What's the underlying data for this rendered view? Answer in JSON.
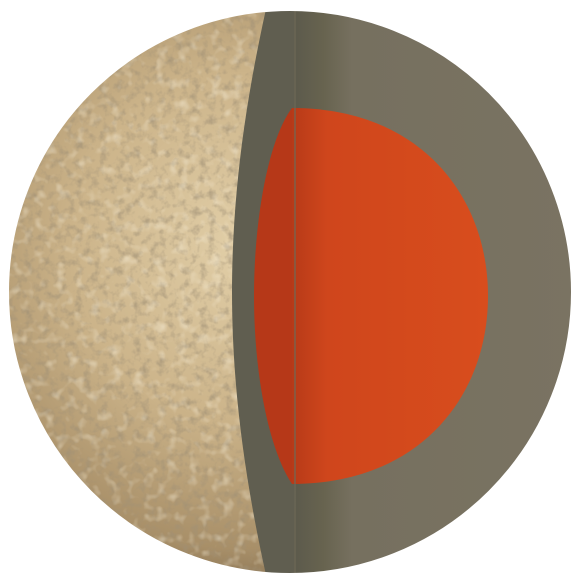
{
  "diagram": {
    "subject": "planet-cutaway",
    "colors": {
      "background": "#ffffff",
      "surface_light": "#d8c39c",
      "surface_mid": "#b89f78",
      "surface_dark": "#7c6a4e",
      "mantle_shadow": "#615f51",
      "mantle": "#77705f",
      "core": "#d64a1c",
      "core_shadow": "#b63818",
      "outline": "#ffffff"
    },
    "layers": [
      {
        "id": "crust",
        "icon": "cratered-surface"
      },
      {
        "id": "mantle",
        "icon": "cross-section-band"
      },
      {
        "id": "core",
        "icon": "iron-core"
      }
    ]
  }
}
